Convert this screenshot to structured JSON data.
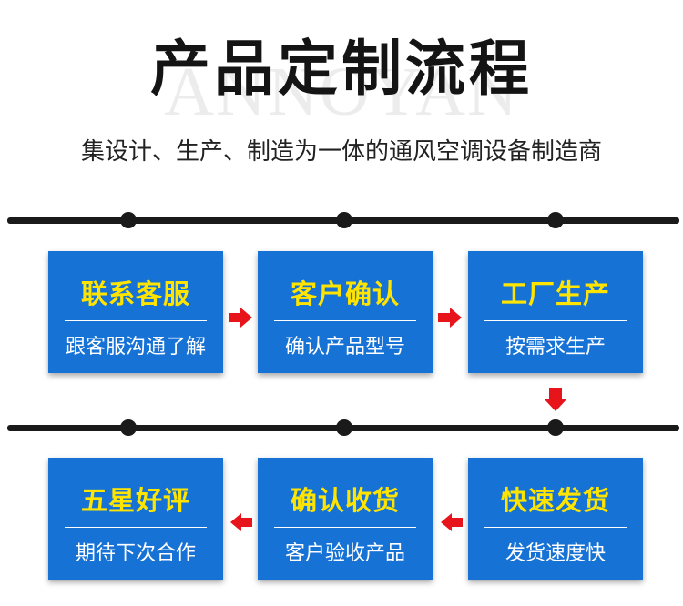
{
  "header": {
    "title": "产品定制流程",
    "watermark": "ANNOYAN",
    "subtitle": "集设计、生产、制造为一体的通风空调设备制造商"
  },
  "steps": [
    {
      "title": "联系客服",
      "desc": "跟客服沟通了解"
    },
    {
      "title": "客户确认",
      "desc": "确认产品型号"
    },
    {
      "title": "工厂生产",
      "desc": "按需求生产"
    },
    {
      "title": "快速发货",
      "desc": "发货速度快"
    },
    {
      "title": "确认收货",
      "desc": "客户验收产品"
    },
    {
      "title": "五星好评",
      "desc": "期待下次合作"
    }
  ],
  "colors": {
    "box": "#1772d6",
    "box_title": "#ffe400",
    "arrow": "#e8141b",
    "line": "#1a1a1a"
  }
}
